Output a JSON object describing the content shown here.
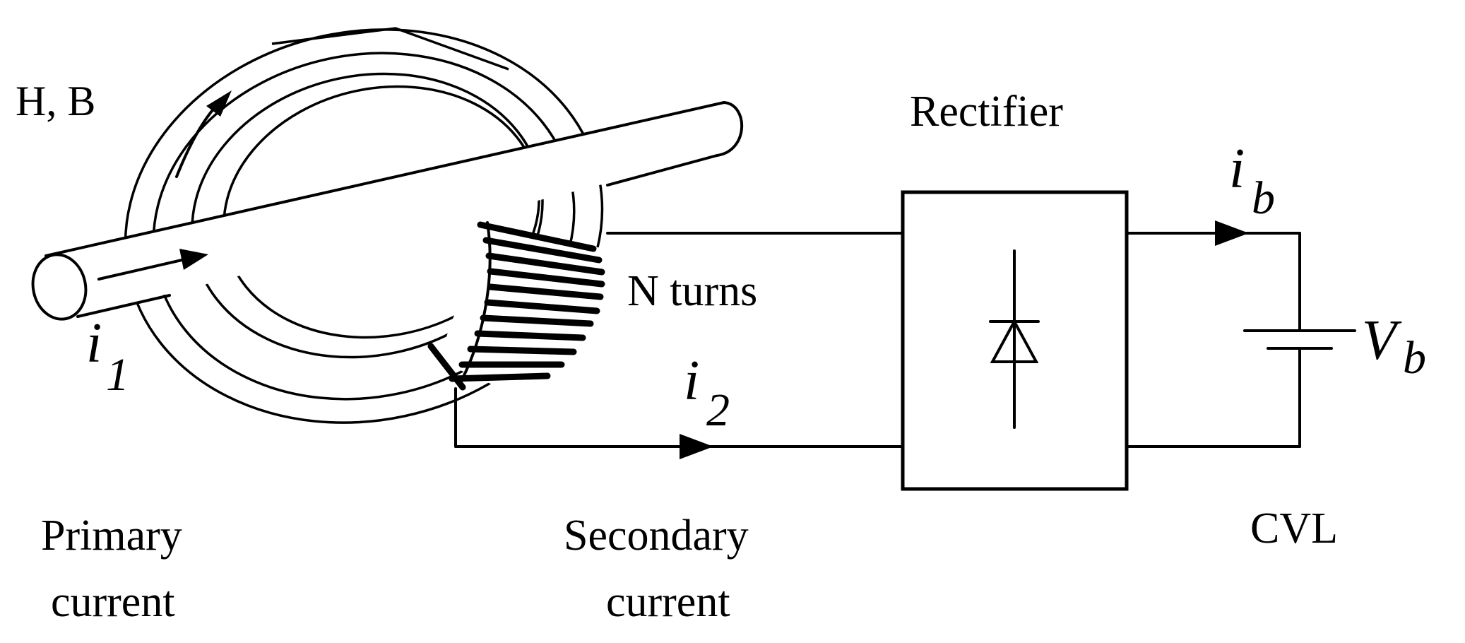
{
  "labels": {
    "field": "H, B",
    "primary_symbol": "i",
    "primary_sub": "1",
    "secondary_symbol": "i",
    "secondary_sub": "2",
    "battery_current_symbol": "i",
    "battery_current_sub": "b",
    "battery_voltage_symbol": "V",
    "battery_voltage_sub": "b",
    "turns": "N turns",
    "rectifier": "Rectifier",
    "primary_line1": "Primary",
    "primary_line2": "current",
    "secondary_line1": "Secondary",
    "secondary_line2": "current",
    "load": "CVL"
  }
}
